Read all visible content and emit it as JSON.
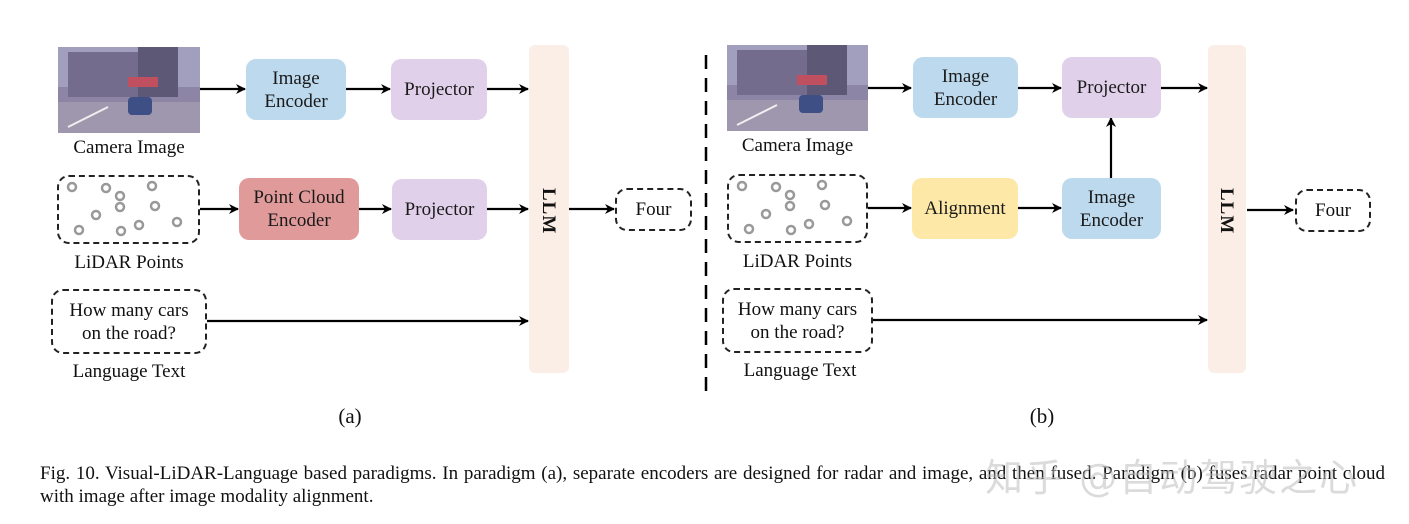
{
  "figure": {
    "panel_a": {
      "label": "(a)",
      "inputs": {
        "camera_label": "Camera Image",
        "lidar_label": "LiDAR Points",
        "language_label": "Language Text",
        "question_line1": "How many cars",
        "question_line2": "on the road?"
      },
      "image_encoder_line1": "Image",
      "image_encoder_line2": "Encoder",
      "projector_top": "Projector",
      "point_cloud_encoder_line1": "Point Cloud",
      "point_cloud_encoder_line2": "Encoder",
      "projector_bottom": "Projector",
      "llm": "LLM",
      "output": "Four"
    },
    "panel_b": {
      "label": "(b)",
      "inputs": {
        "camera_label": "Camera Image",
        "lidar_label": "LiDAR Points",
        "language_label": "Language Text",
        "question_line1": "How many cars",
        "question_line2": "on the road?"
      },
      "image_encoder_top_line1": "Image",
      "image_encoder_top_line2": "Encoder",
      "projector": "Projector",
      "alignment": "Alignment",
      "image_encoder_bottom_line1": "Image",
      "image_encoder_bottom_line2": "Encoder",
      "llm": "LLM",
      "output": "Four"
    },
    "colors": {
      "encoder_blue": "#bcd9ee",
      "projector_purple": "#e0d0ea",
      "point_cloud_red": "#e19a9a",
      "alignment_yellow": "#fde8a8",
      "llm_peach": "#fbeee6"
    }
  },
  "caption": "Fig. 10.  Visual-LiDAR-Language based paradigms. In paradigm (a), separate encoders are designed for radar and image, and then fused. Paradigm (b) fuses radar point cloud with image after image modality alignment.",
  "watermark": "知乎 @自动驾驶之心"
}
